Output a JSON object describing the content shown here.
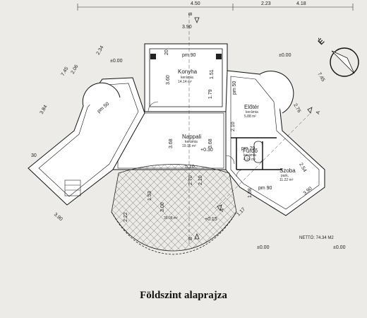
{
  "title": "Földszint alaprajza",
  "net_area": "NETTÓ: 74.34 M2",
  "rooms": {
    "konyha": {
      "name": "Konyha",
      "floor": "kerámia",
      "area": "14.14 m²"
    },
    "nappali": {
      "name": "Nappali",
      "floor": "kerámia",
      "area": "19.16 m²"
    },
    "eloter": {
      "name": "Előtér",
      "floor": "kerámia",
      "area": "5.88 m²"
    },
    "furdo": {
      "name": "Fürdő",
      "floor": "kerámia",
      "area": "4.24 m²"
    },
    "szoba": {
      "name": "Szoba",
      "floor": "park.",
      "area": "11.22 m²"
    },
    "terrace": {
      "area": "35.08 m²"
    }
  },
  "levels": {
    "main": "±0.00",
    "raised": "+0.30",
    "terrace": "+0.15",
    "right_top": "±0.00",
    "bottom_center": "±0.00",
    "bottom_right": "±0.00"
  },
  "dimensions": {
    "top_a": "4.50",
    "top_b": "2.23",
    "top_c": "4.18",
    "konyha_w": "3.90",
    "konyha_h": "3.60",
    "konyha_h2": "1.79",
    "nappali_h": "3.68",
    "nappali_h2": "3.68",
    "nappali_w": "5.10",
    "left_a": "7.45",
    "left_b": "2.06",
    "left_c": "2.34",
    "left_d": "3.84",
    "right_a": "7.45",
    "right_b": "2.76",
    "szoba_w": "2.54",
    "szoba_h": "3.90",
    "terrace_a": "3.00",
    "terrace_b": "2.22",
    "terrace_c": "1.53",
    "bottom_left": "3.90",
    "small_a": "2.70",
    "small_b": "2.10",
    "small_c": "1.17",
    "small_d": "1.88",
    "small_e": "1.51",
    "small_f": "2.10",
    "wall_30": "30",
    "pm90": "pm 90",
    "pm90b": "pm 90",
    "pm_left": "pm 50",
    "pm_eloter": "pm 50",
    "pm_furdo": "pm 20",
    "d20": "20"
  },
  "section_markers": {
    "b_top": "B",
    "b_bottom": "B",
    "a_right": "A",
    "a_left": "A"
  },
  "compass": {
    "label": "É"
  }
}
